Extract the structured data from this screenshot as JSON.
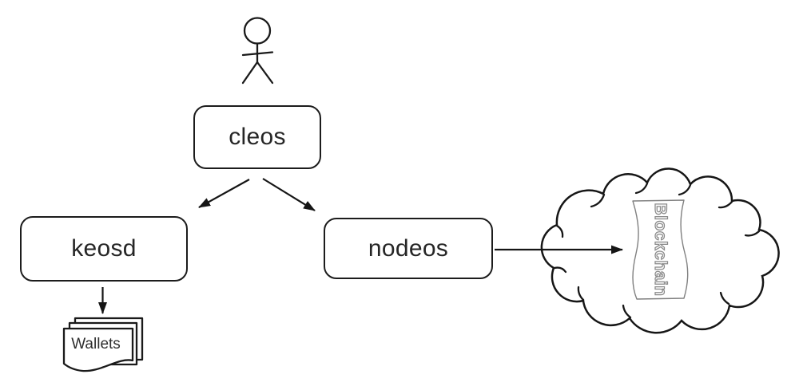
{
  "diagram": {
    "background_color": "#ffffff",
    "line_color": "#1a1a1a",
    "nodes": {
      "actor": {
        "type": "person-stick-figure"
      },
      "cleos": {
        "label": "cleos",
        "shape": "rounded-rectangle"
      },
      "keosd": {
        "label": "keosd",
        "shape": "rounded-rectangle"
      },
      "nodeos": {
        "label": "nodeos",
        "shape": "rounded-rectangle"
      },
      "wallets": {
        "label": "Wallets",
        "shape": "document-stack"
      },
      "blockchain": {
        "label": "Blockchain",
        "shape": "cloud-with-scroll",
        "label_color": "#8a8a8a"
      }
    },
    "edges": [
      {
        "from": "cleos",
        "to": "keosd",
        "style": "solid-arrow"
      },
      {
        "from": "cleos",
        "to": "nodeos",
        "style": "solid-arrow"
      },
      {
        "from": "keosd",
        "to": "wallets",
        "style": "solid-arrow"
      },
      {
        "from": "nodeos",
        "to": "blockchain",
        "style": "solid-arrow"
      }
    ]
  }
}
